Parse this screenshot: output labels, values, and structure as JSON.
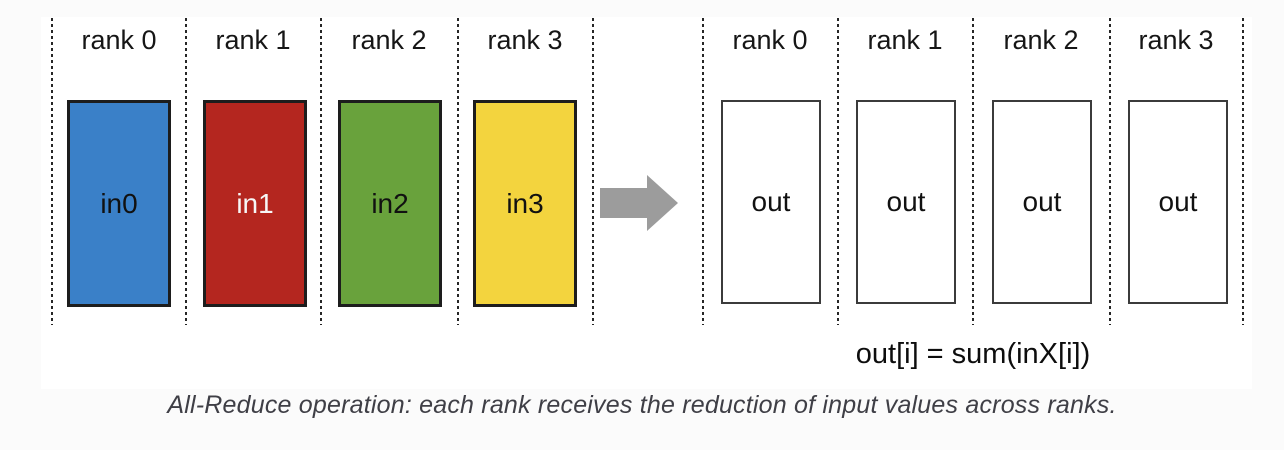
{
  "figure": {
    "input_group": {
      "columns": [
        {
          "rank_label": "rank 0",
          "box_label": "in0",
          "box_color": "#3a80c8",
          "label_color": "#111111"
        },
        {
          "rank_label": "rank 1",
          "box_label": "in1",
          "box_color": "#b4261f",
          "label_color": "#f7f7f7"
        },
        {
          "rank_label": "rank 2",
          "box_label": "in2",
          "box_color": "#69a23c",
          "label_color": "#111111"
        },
        {
          "rank_label": "rank 3",
          "box_label": "in3",
          "box_color": "#f3d43e",
          "label_color": "#111111"
        }
      ]
    },
    "arrow": {
      "icon": "right-arrow-icon",
      "color": "#9c9c9c"
    },
    "output_group": {
      "columns": [
        {
          "rank_label": "rank 0",
          "box_label": "out"
        },
        {
          "rank_label": "rank 1",
          "box_label": "out"
        },
        {
          "rank_label": "rank 2",
          "box_label": "out"
        },
        {
          "rank_label": "rank 3",
          "box_label": "out"
        }
      ],
      "formula": "out[i] = sum(inX[i])"
    },
    "colors": {
      "page_background": "#fbfbfb",
      "figure_background": "#ffffff",
      "divider": "#262626"
    }
  },
  "caption": "All-Reduce operation: each rank receives the reduction of input values across ranks."
}
